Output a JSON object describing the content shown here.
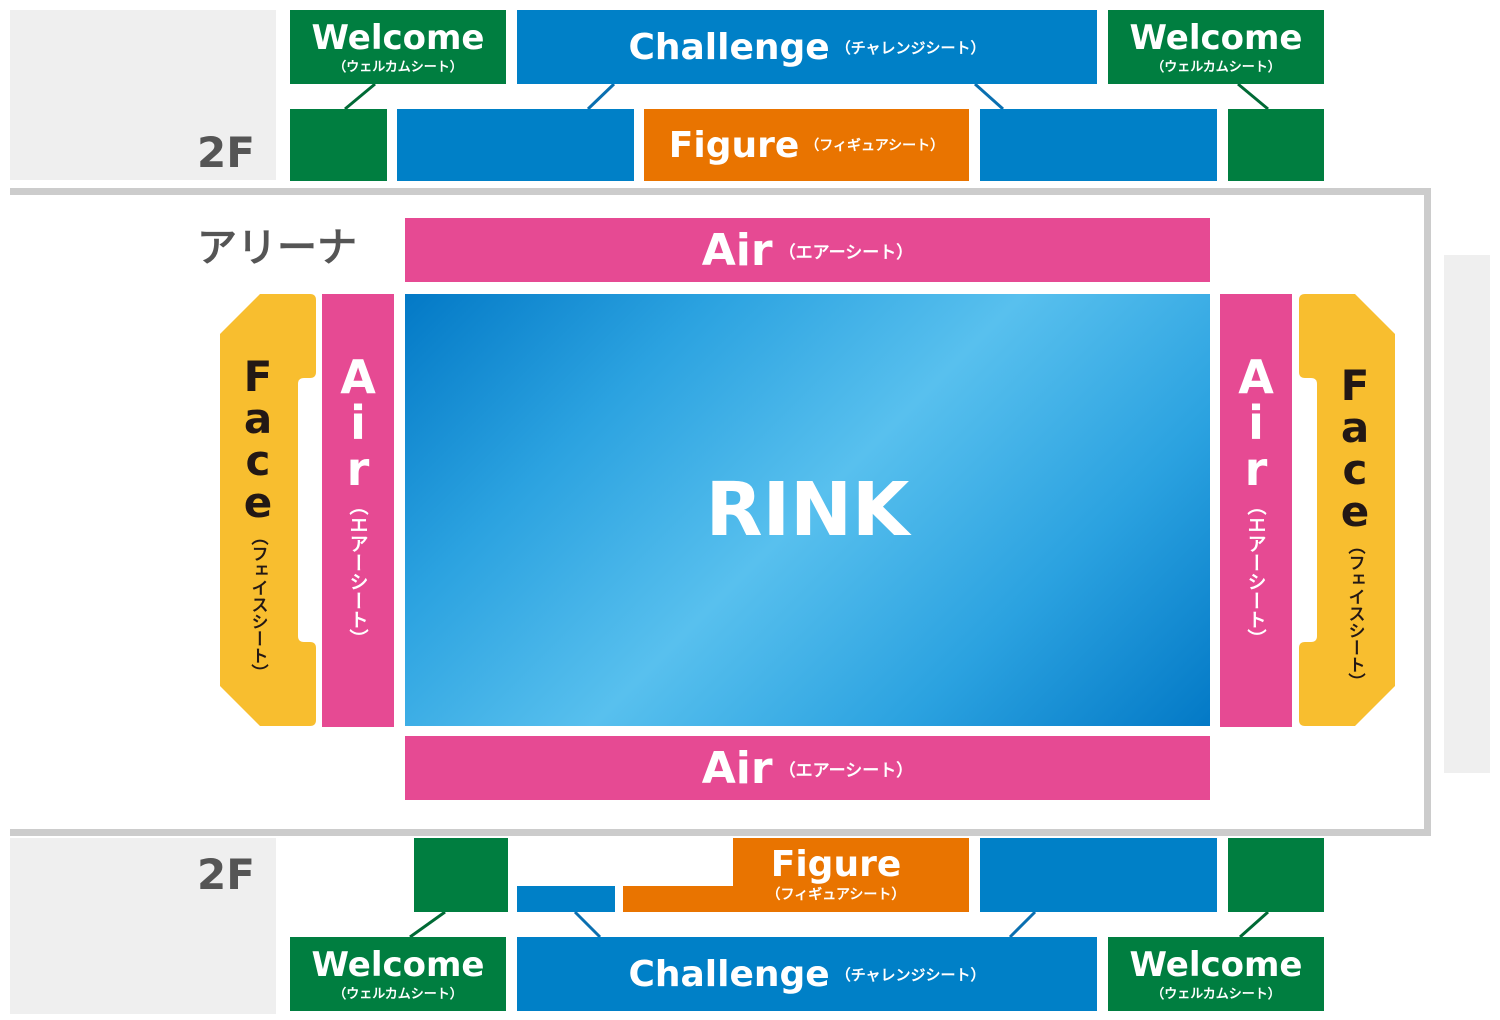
{
  "colors": {
    "welcome": "#007e40",
    "challenge": "#0080c7",
    "figure": "#e97400",
    "air": "#e64a93",
    "face": "#f8be2f",
    "rink": "#4dbbed"
  },
  "top": {
    "floor": "2F",
    "welcome_left": {
      "name": "Welcome",
      "sub": "（ウェルカムシート）"
    },
    "challenge": {
      "name": "Challenge",
      "sub": "（チャレンジシート）"
    },
    "welcome_right": {
      "name": "Welcome",
      "sub": "（ウェルカムシート）"
    },
    "figure": {
      "name": "Figure",
      "sub": "（フィギュアシート）"
    }
  },
  "arena": {
    "label": "アリーナ",
    "air_top": {
      "name": "Air",
      "sub": "（エアーシート）"
    },
    "air_bottom": {
      "name": "Air",
      "sub": "（エアーシート）"
    },
    "air_left": {
      "letters": [
        "A",
        "i",
        "r"
      ],
      "sub": "（エアーシート）"
    },
    "air_right": {
      "letters": [
        "A",
        "i",
        "r"
      ],
      "sub": "（エアーシート）"
    },
    "face_left": {
      "letters": [
        "F",
        "a",
        "c",
        "e"
      ],
      "sub": "（フェイスシート）"
    },
    "face_right": {
      "letters": [
        "F",
        "a",
        "c",
        "e"
      ],
      "sub": "（フェイスシート）"
    },
    "rink": "RINK"
  },
  "bottom": {
    "floor": "2F",
    "figure": {
      "name": "Figure",
      "sub": "（フィギュアシート）"
    },
    "welcome_left": {
      "name": "Welcome",
      "sub": "（ウェルカムシート）"
    },
    "challenge": {
      "name": "Challenge",
      "sub": "（チャレンジシート）"
    },
    "welcome_right": {
      "name": "Welcome",
      "sub": "（ウェルカムシート）"
    }
  }
}
